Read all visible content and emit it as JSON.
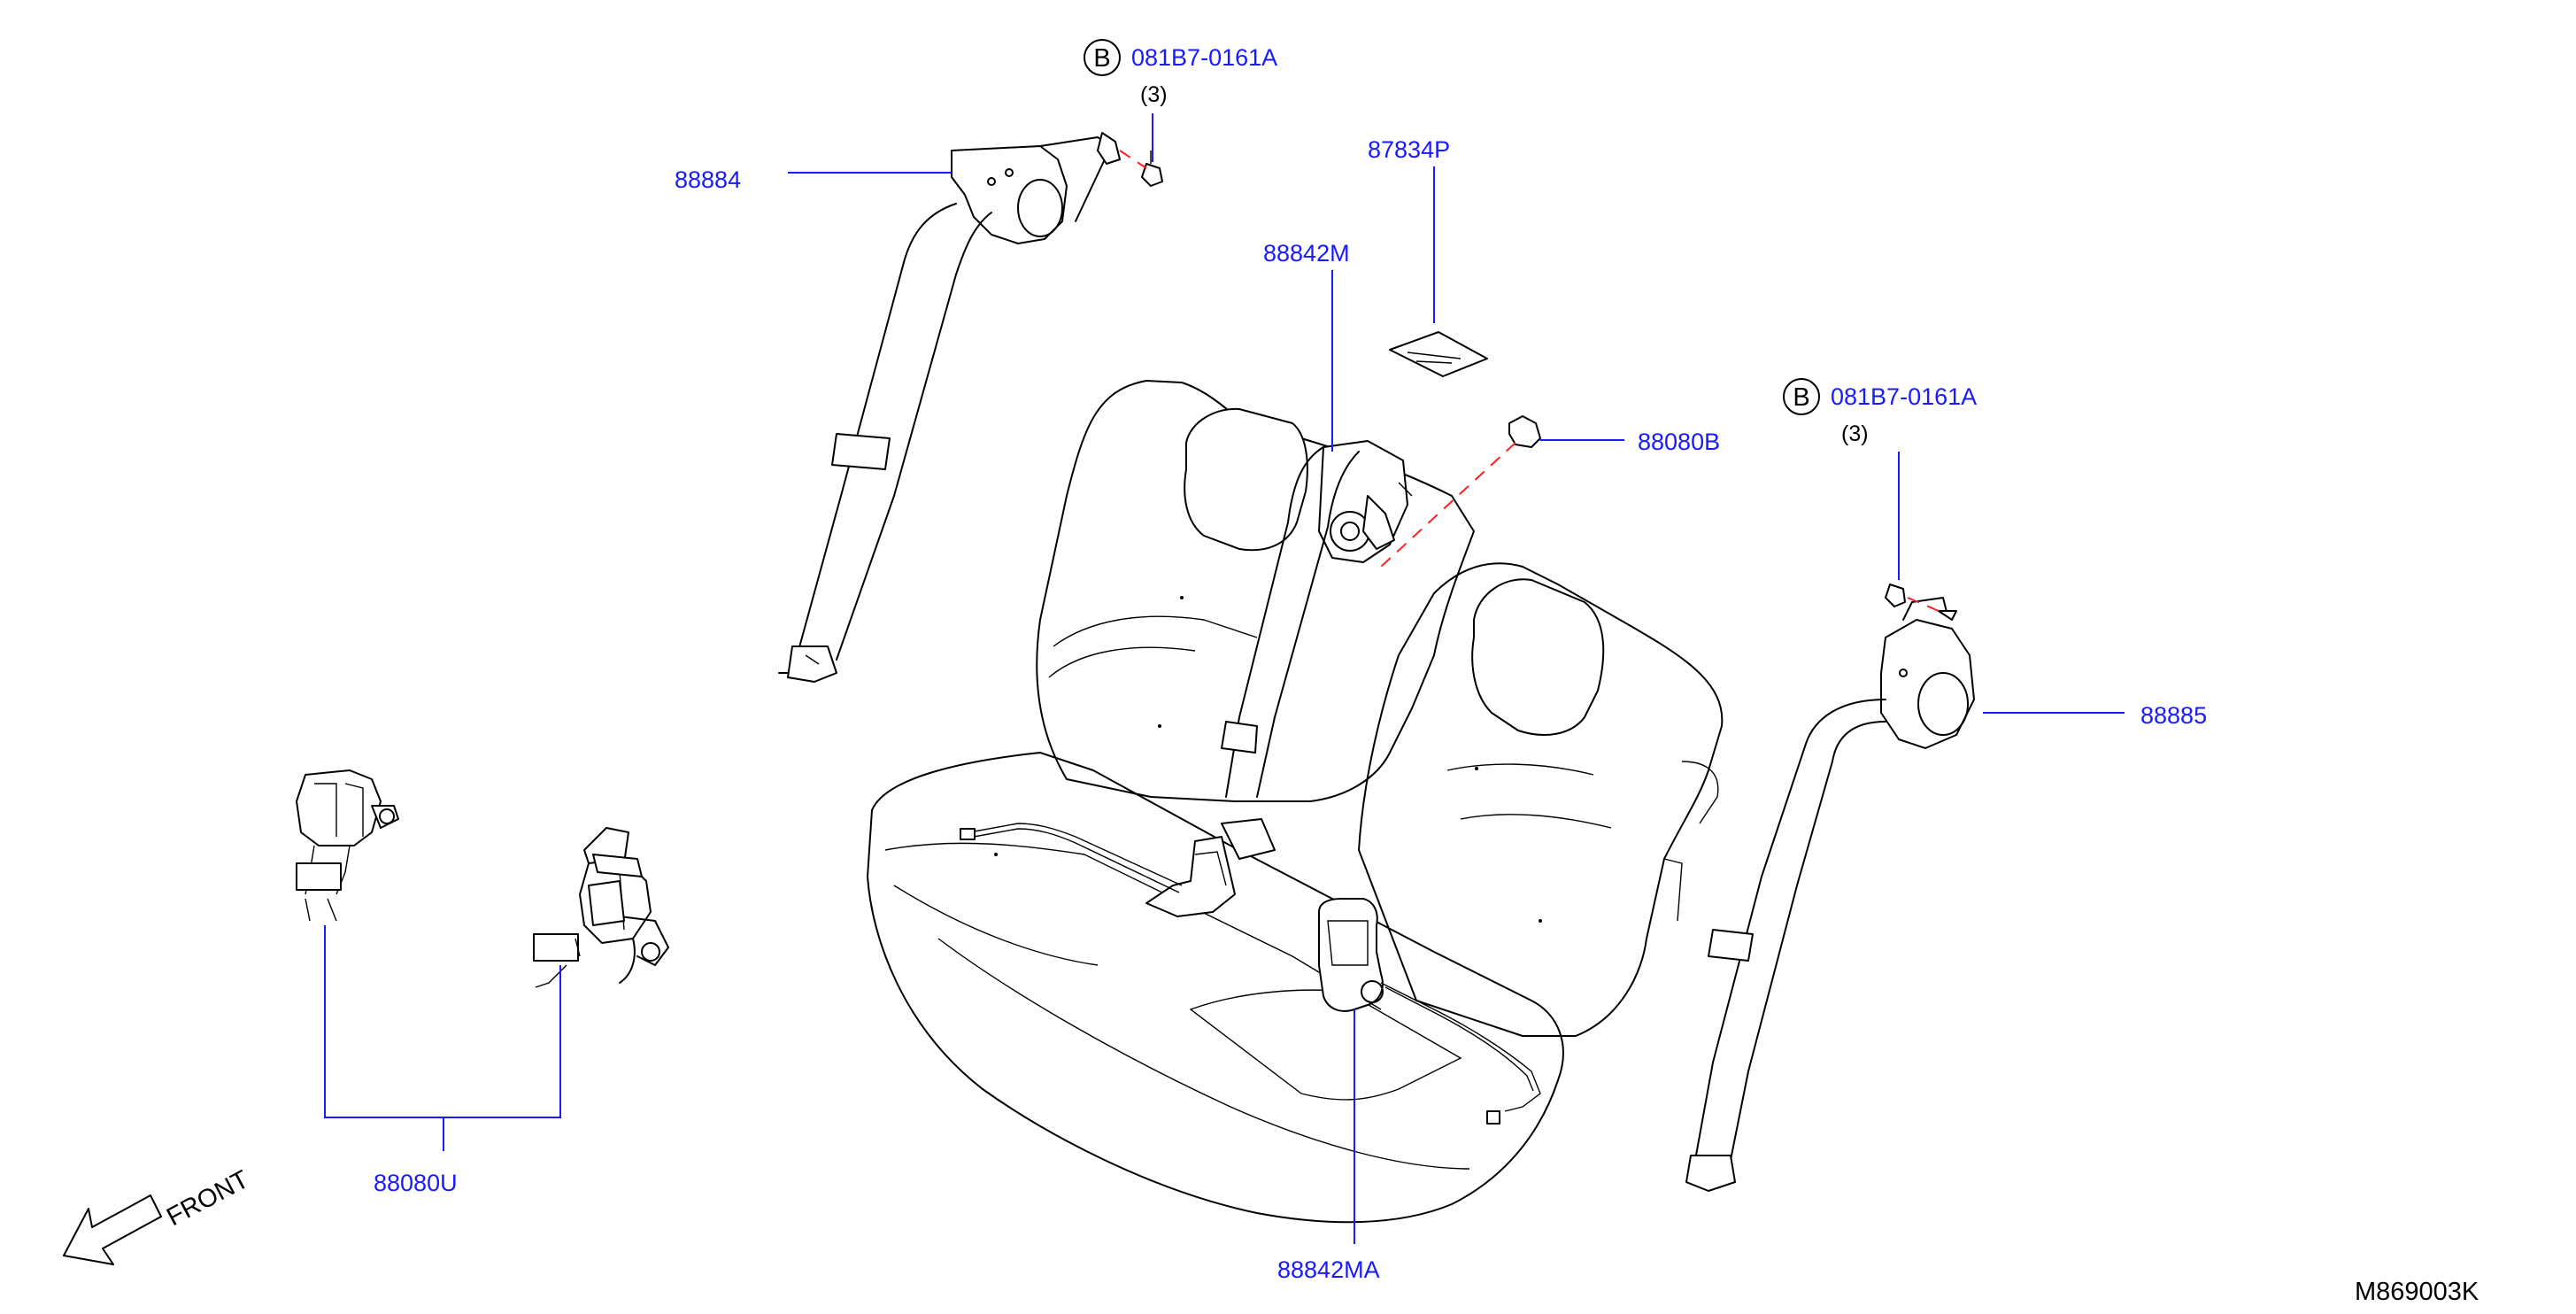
{
  "colors": {
    "part_label": "#1a1aff",
    "leader_line": "#1a1aff",
    "hidden_line": "#ff2020",
    "outline": "#000000"
  },
  "icons": {
    "bolt_symbol": "circle-letter-icon",
    "front_arrow": "arrow-icon"
  },
  "callouts": {
    "bolt_top": {
      "symbol": "B",
      "code": "081B7-0161A",
      "qty": "(3)"
    },
    "bolt_right": {
      "symbol": "B",
      "code": "081B7-0161A",
      "qty": "(3)"
    }
  },
  "parts": {
    "p88884": "88884",
    "p87834p": "87834P",
    "p88842m": "88842M",
    "p88080b": "88080B",
    "p88885": "88885",
    "p88080u": "88080U",
    "p88842ma": "88842MA"
  },
  "direction": {
    "label": "FRONT"
  },
  "diagram_code": "M869003K"
}
